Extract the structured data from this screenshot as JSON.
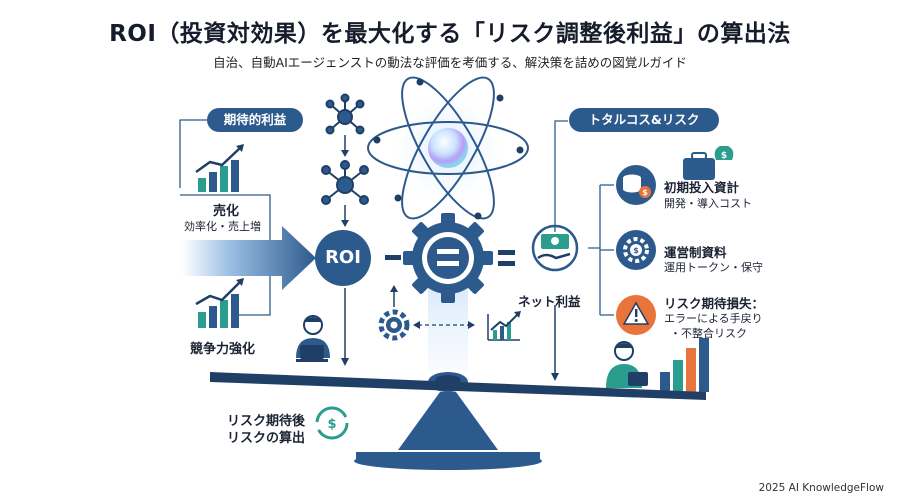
{
  "title": "ROI（投資対効果）を最大化する「リスク調整後利益」の算出法",
  "subtitle": "自治、自動AIエージェンストの動法な評価を考価する、解決策を詰めの図覚ルガイド",
  "left": {
    "header": "期待的利益",
    "sales_title": "売化",
    "sales_sub": "効率化・売上増",
    "competitive": "競争力強化"
  },
  "center": {
    "roi": "ROI",
    "net_profit": "ネット利益",
    "bottom_label_line1": "リスク期待後",
    "bottom_label_line2": "リスクの算出"
  },
  "right": {
    "header": "トタルコス&リスク",
    "items": [
      {
        "title": "初期投入資計",
        "sub": "開発・導入コスト",
        "icon": "coins-icon"
      },
      {
        "title": "運営制資料",
        "sub": "運用トークン・保守",
        "icon": "gear-dollar-icon"
      },
      {
        "title": "リスク期待損失：",
        "sub": "エラーによる手戻り",
        "sub2": "・不整合リスク",
        "icon": "warning-icon"
      }
    ]
  },
  "footer": "2025 AI KnowledgeFlow",
  "colors": {
    "navy": "#2d5a8c",
    "dark_navy": "#1f3f66",
    "teal": "#2a9d8f",
    "orange": "#e8743b",
    "light_blue": "#d6e6f5"
  }
}
